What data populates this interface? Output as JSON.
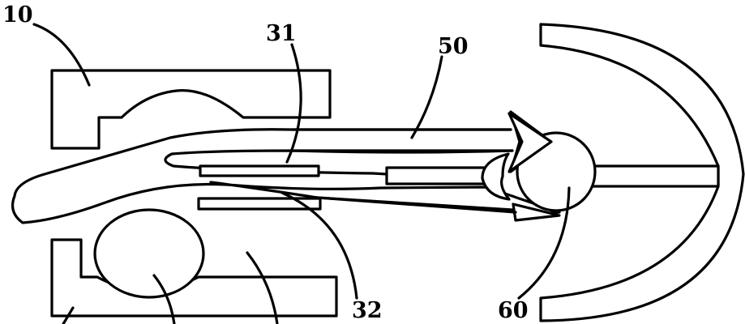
{
  "diagram": {
    "labels": {
      "ref_10": "10",
      "ref_31": "31",
      "ref_50": "50",
      "ref_32": "32",
      "ref_60": "60"
    }
  }
}
